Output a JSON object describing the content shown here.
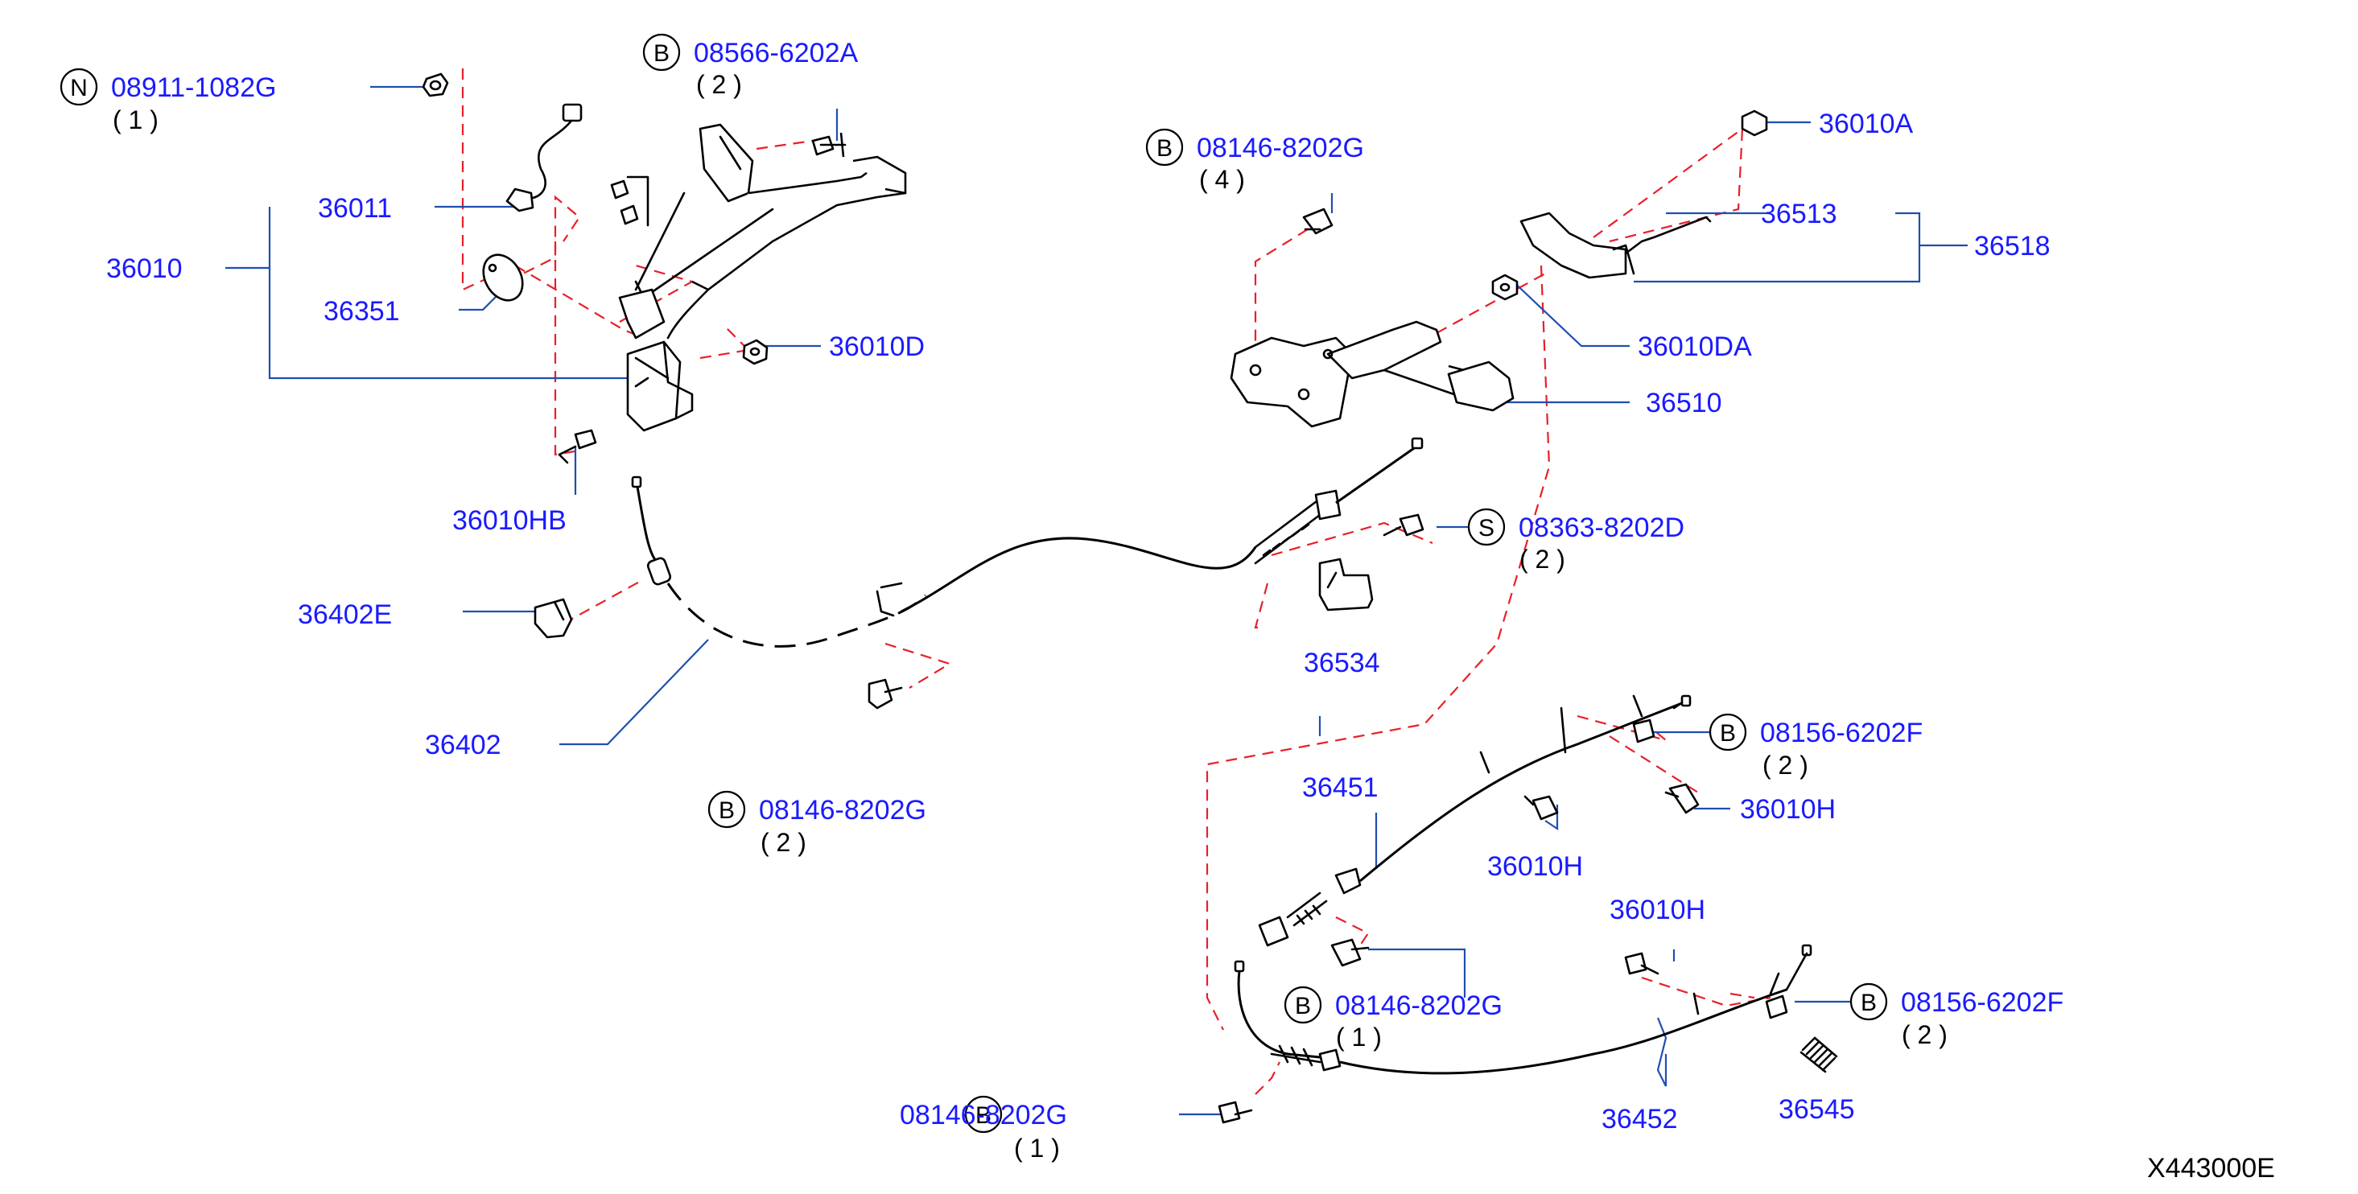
{
  "diagram_ref": "X443000E",
  "parts": {
    "p36010": "36010",
    "p36011": "36011",
    "p36351": "36351",
    "p36010HB": "36010HB",
    "p36010D": "36010D",
    "p36402E": "36402E",
    "p36402": "36402",
    "p36534": "36534",
    "p36010A": "36010A",
    "p36513": "36513",
    "p36518": "36518",
    "p36010DA": "36010DA",
    "p36510": "36510",
    "p36451": "36451",
    "p36010H_a": "36010H",
    "p36010H_b": "36010H",
    "p36010H_c": "36010H",
    "p36452": "36452",
    "p36545": "36545"
  },
  "fasteners": {
    "n_08911": {
      "prefix": "N",
      "code": "08911-1082G",
      "qty": "( 1 )"
    },
    "b_08566": {
      "prefix": "B",
      "code": "08566-6202A",
      "qty": "( 2 )"
    },
    "b_08146_top": {
      "prefix": "B",
      "code": "08146-8202G",
      "qty": "( 4 )"
    },
    "s_08363": {
      "prefix": "S",
      "code": "08363-8202D",
      "qty": "( 2 )"
    },
    "b_08146_mid": {
      "prefix": "B",
      "code": "08146-8202G",
      "qty": "( 2 )"
    },
    "b_08156_a": {
      "prefix": "B",
      "code": "08156-6202F",
      "qty": "( 2 )"
    },
    "b_08146_low": {
      "prefix": "B",
      "code": "08146-8202G",
      "qty": "( 1 )"
    },
    "b_08156_b": {
      "prefix": "B",
      "code": "08156-6202F",
      "qty": "( 2 )"
    },
    "b_08146_bot": {
      "prefix": "B",
      "code": "08146-8202G",
      "qty": "( 1 )"
    }
  },
  "colors": {
    "label": "#1a1aff",
    "leader": "#1f4fb0",
    "dashed_connector": "#e8202a",
    "part_outline": "#000000"
  }
}
